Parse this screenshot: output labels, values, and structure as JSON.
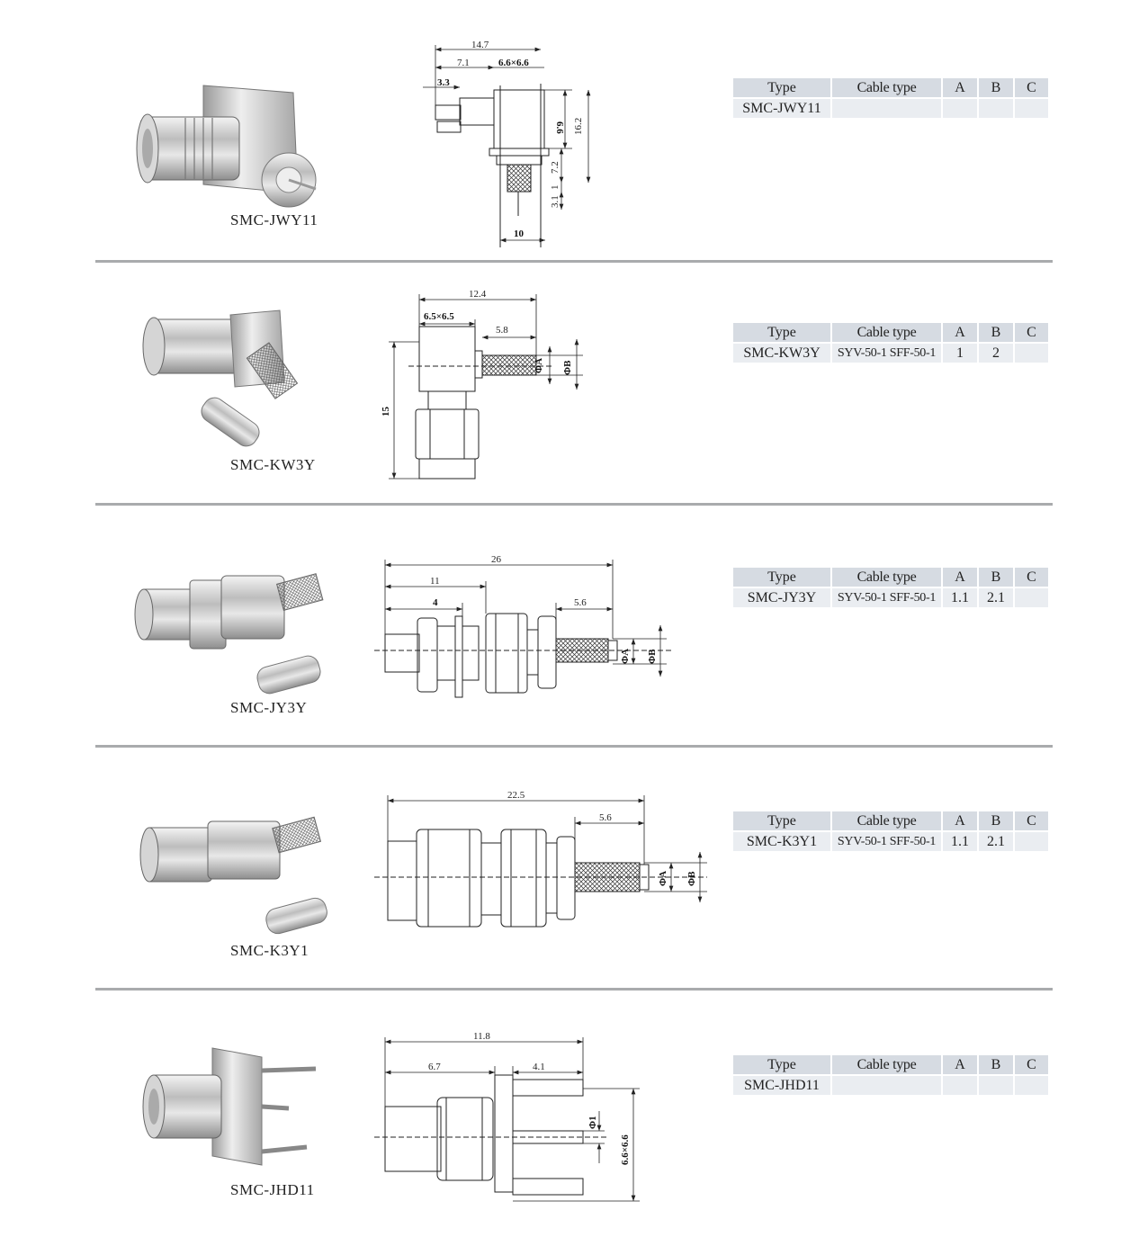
{
  "table_headers": {
    "type": "Type",
    "cable": "Cable type",
    "a": "A",
    "b": "B",
    "c": "C"
  },
  "items": [
    {
      "model": "SMC-JWY11",
      "table": {
        "type": "SMC-JWY11",
        "cable": "",
        "a": "",
        "b": "",
        "c": ""
      },
      "dims": [
        "14.7",
        "7.1",
        "6.6×6.6",
        "3.3",
        "6.6",
        "16.2",
        "7.2",
        "1",
        "3.1",
        "10"
      ]
    },
    {
      "model": "SMC-KW3Y",
      "table": {
        "type": "SMC-KW3Y",
        "cable": "SYV-50-1 SFF-50-1",
        "a": "1",
        "b": "2",
        "c": ""
      },
      "dims": [
        "12.4",
        "6.5×6.5",
        "5.8",
        "ΦA",
        "ΦB",
        "15"
      ]
    },
    {
      "model": "SMC-JY3Y",
      "table": {
        "type": "SMC-JY3Y",
        "cable": "SYV-50-1 SFF-50-1",
        "a": "1.1",
        "b": "2.1",
        "c": ""
      },
      "dims": [
        "26",
        "11",
        "4",
        "5.6",
        "ΦA",
        "ΦB"
      ]
    },
    {
      "model": "SMC-K3Y1",
      "table": {
        "type": "SMC-K3Y1",
        "cable": "SYV-50-1 SFF-50-1",
        "a": "1.1",
        "b": "2.1",
        "c": ""
      },
      "dims": [
        "22.5",
        "5.6",
        "ΦA",
        "ΦB"
      ]
    },
    {
      "model": "SMC-JHD11",
      "table": {
        "type": "SMC-JHD11",
        "cable": "",
        "a": "",
        "b": "",
        "c": ""
      },
      "dims": [
        "11.8",
        "6.7",
        "4.1",
        "Φ1",
        "6.6×6.6"
      ]
    }
  ],
  "colors": {
    "header_cell": "#d6dbe2",
    "body_cell": "#eaedf1",
    "divider": "#a9abad"
  }
}
